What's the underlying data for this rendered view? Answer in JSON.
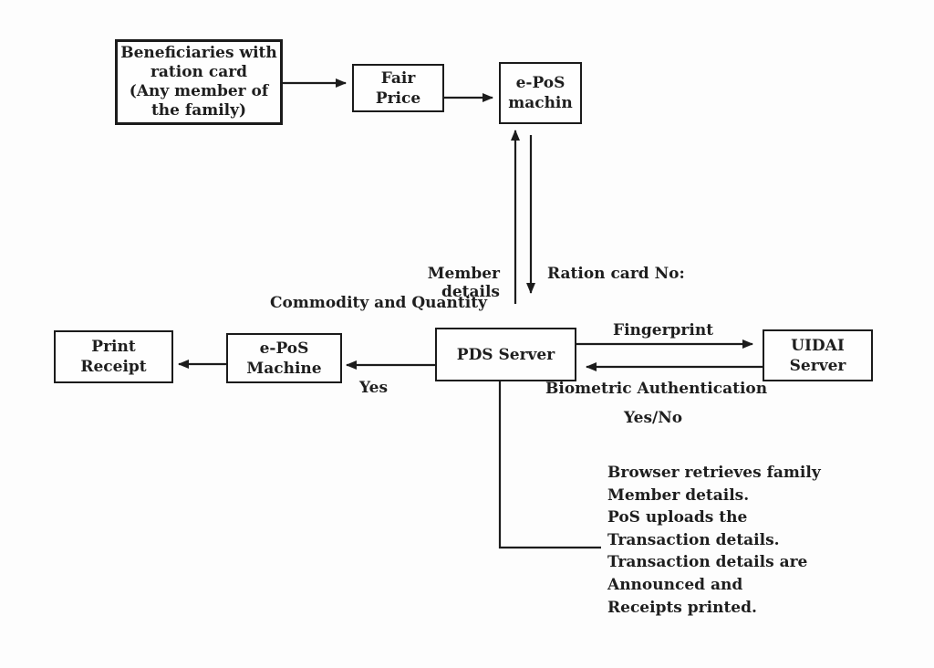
{
  "nodes": {
    "beneficiaries": "Beneficiaries with\nration card\n(Any member of\nthe family)",
    "fair_price": "Fair\nPrice",
    "epos_machine_top": "e-PoS\nmachin",
    "pds_server": "PDS Server",
    "uidai_server": "UIDAI\nServer",
    "epos_machine_left": "e-PoS\nMachine",
    "print_receipt": "Print\nReceipt"
  },
  "labels": {
    "member_details": "Member details",
    "commodity_quantity": "Commodity and Quantity",
    "ration_card_no": "Ration card No:",
    "fingerprint": "Fingerprint",
    "biometric_auth": "Biometric Authentication",
    "yes_no": "Yes/No",
    "yes": "Yes",
    "note": "Browser retrieves family\nMember details.\nPoS uploads the\nTransaction details.\nTransaction details are\nAnnounced and\nReceipts printed."
  },
  "colors": {
    "ink": "#1c1c1c",
    "background": "#fdfdfd",
    "box_background": "#fefefe"
  }
}
